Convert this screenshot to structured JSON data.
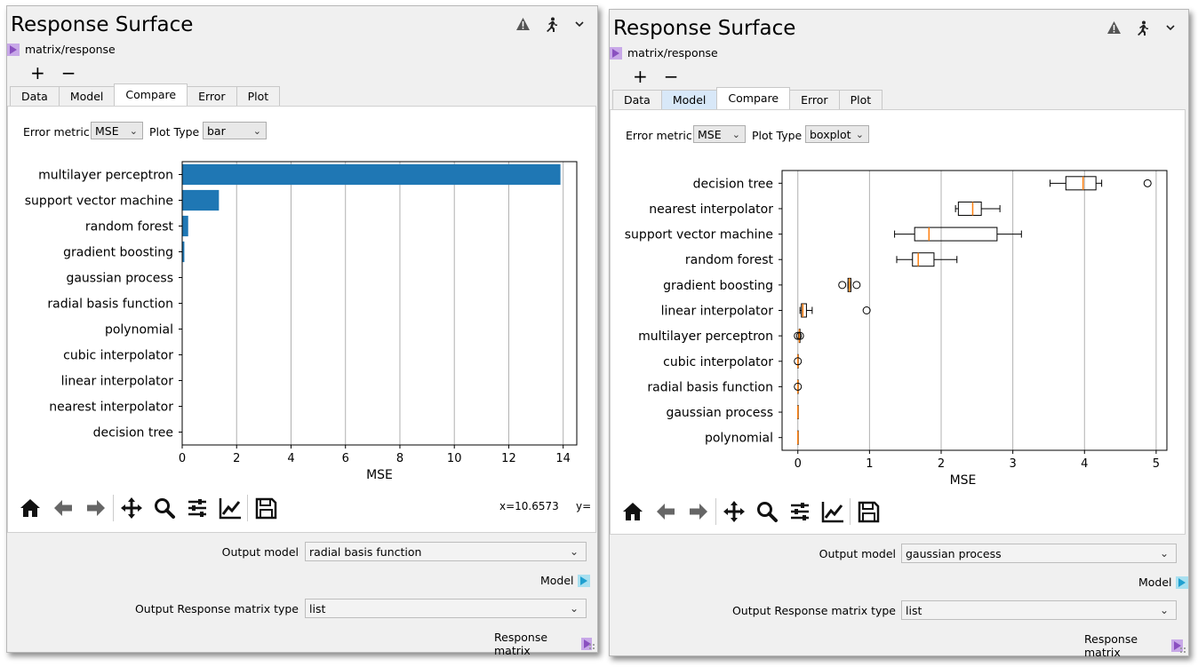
{
  "left": {
    "title": "Response Surface",
    "input_port": "matrix/response",
    "plus": "+",
    "minus": "−",
    "tabs": [
      "Data",
      "Model",
      "Compare",
      "Error",
      "Plot"
    ],
    "active_tab": "Compare",
    "error_metric_label": "Error metric",
    "error_metric_value": "MSE",
    "plot_type_label": "Plot Type",
    "plot_type_value": "bar",
    "coord_x": "x=10.6573",
    "coord_y": "y=",
    "output_model_label": "Output model",
    "output_model_value": "radial basis function",
    "model_port": "Model",
    "output_type_label": "Output Response matrix type",
    "output_type_value": "list",
    "response_port": "Response matrix"
  },
  "right": {
    "title": "Response Surface",
    "input_port": "matrix/response",
    "plus": "+",
    "minus": "−",
    "tabs": [
      "Data",
      "Model",
      "Compare",
      "Error",
      "Plot"
    ],
    "active_tab": "Compare",
    "highlight_tab": "Model",
    "error_metric_label": "Error metric",
    "error_metric_value": "MSE",
    "plot_type_label": "Plot Type",
    "plot_type_value": "boxplot",
    "output_model_label": "Output model",
    "output_model_value": "gaussian process",
    "model_port": "Model",
    "output_type_label": "Output Response matrix type",
    "output_type_value": "list",
    "response_port": "Response matrix"
  },
  "toolbar_icons": [
    "home-icon",
    "back-icon",
    "forward-icon",
    "pan-icon",
    "zoom-icon",
    "configure-icon",
    "edit-curves-icon",
    "save-icon"
  ],
  "chart_data": [
    {
      "type": "bar",
      "orientation": "horizontal",
      "categories": [
        "multilayer perceptron",
        "support vector machine",
        "random forest",
        "gradient boosting",
        "gaussian process",
        "radial basis function",
        "polynomial",
        "cubic interpolator",
        "linear interpolator",
        "nearest interpolator",
        "decision tree"
      ],
      "values": [
        13.9,
        1.35,
        0.22,
        0.08,
        0.0,
        0.0,
        0.0,
        0.0,
        0.0,
        0.0,
        0.0
      ],
      "xlabel": "MSE",
      "xlim": [
        0,
        14.5
      ],
      "xticks": [
        0,
        2,
        4,
        6,
        8,
        10,
        12,
        14
      ],
      "grid": "vertical",
      "color": "#1f77b4"
    },
    {
      "type": "boxplot",
      "orientation": "horizontal",
      "categories": [
        "decision tree",
        "nearest interpolator",
        "support vector machine",
        "random forest",
        "gradient boosting",
        "linear interpolator",
        "multilayer perceptron",
        "cubic interpolator",
        "radial basis function",
        "gaussian process",
        "polynomial"
      ],
      "boxes": [
        {
          "whislo": 3.52,
          "q1": 3.74,
          "med": 3.98,
          "q3": 4.16,
          "whishi": 4.24,
          "fliers": [
            4.88
          ]
        },
        {
          "whislo": 2.2,
          "q1": 2.24,
          "med": 2.44,
          "q3": 2.56,
          "whishi": 2.82,
          "fliers": []
        },
        {
          "whislo": 1.35,
          "q1": 1.63,
          "med": 1.83,
          "q3": 2.78,
          "whishi": 3.12,
          "fliers": []
        },
        {
          "whislo": 1.38,
          "q1": 1.6,
          "med": 1.68,
          "q3": 1.9,
          "whishi": 2.22,
          "fliers": []
        },
        {
          "whislo": 0.7,
          "q1": 0.7,
          "med": 0.72,
          "q3": 0.74,
          "whishi": 0.74,
          "fliers": [
            0.62,
            0.82
          ]
        },
        {
          "whislo": 0.03,
          "q1": 0.05,
          "med": 0.07,
          "q3": 0.12,
          "whishi": 0.2,
          "fliers": [
            0.96
          ]
        },
        {
          "whislo": 0.01,
          "q1": 0.02,
          "med": 0.02,
          "q3": 0.03,
          "whishi": 0.03,
          "fliers": [
            0.0,
            0.03
          ]
        },
        {
          "whislo": 0.0,
          "q1": 0.0,
          "med": 0.0,
          "q3": 0.0,
          "whishi": 0.0,
          "fliers": [
            0.0
          ]
        },
        {
          "whislo": 0.0,
          "q1": 0.0,
          "med": 0.0,
          "q3": 0.0,
          "whishi": 0.0,
          "fliers": [
            0.0
          ]
        },
        {
          "whislo": 0.0,
          "q1": 0.0,
          "med": 0.0,
          "q3": 0.0,
          "whishi": 0.0,
          "fliers": []
        },
        {
          "whislo": 0.0,
          "q1": 0.0,
          "med": 0.0,
          "q3": 0.0,
          "whishi": 0.0,
          "fliers": []
        }
      ],
      "xlabel": "MSE",
      "xlim": [
        -0.22,
        5.15
      ],
      "xticks": [
        0,
        1,
        2,
        3,
        4,
        5
      ],
      "grid": "vertical",
      "median_color": "#ff7f0e"
    }
  ]
}
